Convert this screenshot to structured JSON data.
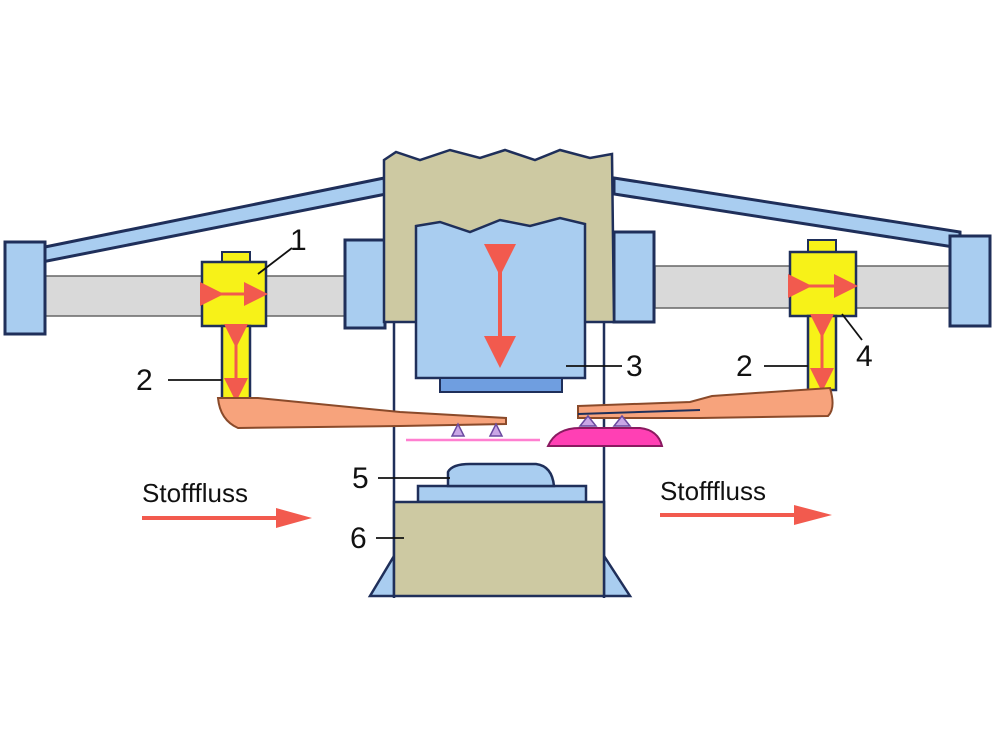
{
  "labels": {
    "l1": "1",
    "l2_left": "2",
    "l2_right": "2",
    "l3": "3",
    "l4": "4",
    "l5": "5",
    "l6": "6"
  },
  "flow": {
    "left": "Stofffluss",
    "right": "Stofffluss"
  },
  "colors": {
    "beam_blue": "#a9cdf0",
    "outline": "#1f2f5a",
    "rail_gray": "#d9d9d9",
    "frame_khaki": "#cdc9a2",
    "carriage_yellow": "#f7f218",
    "arm_orange": "#f7a37c",
    "gripper_pink": "#ff40b4",
    "arrow_red": "#f25a4e"
  }
}
